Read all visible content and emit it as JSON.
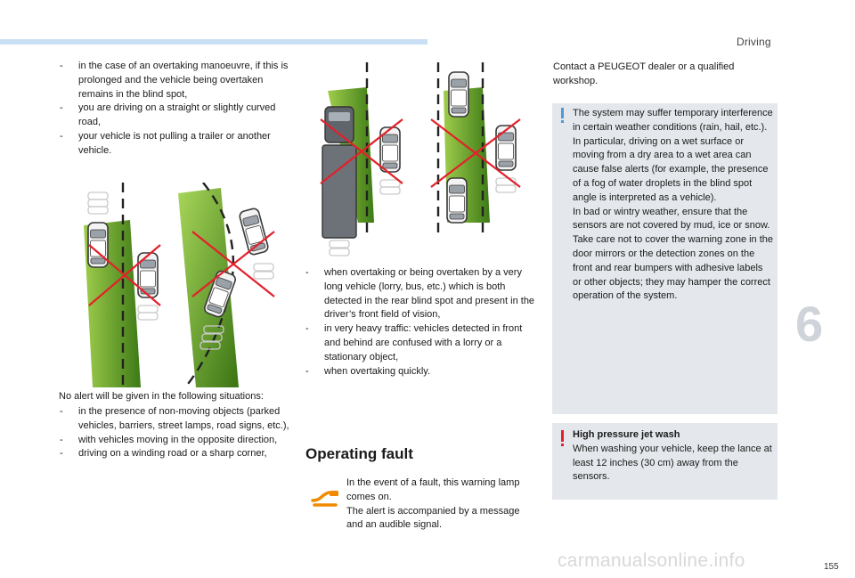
{
  "header": {
    "section": "Driving"
  },
  "chapter": "6",
  "page_number": "155",
  "watermark": "carmanualsonline.info",
  "list_situations_cont": [
    "in the case of an overtaking manoeuvre, if this is prolonged and the vehicle being overtaken remains in the blind spot,",
    "you are driving on a straight or slightly curved road,",
    "your vehicle is not pulling a trailer or another vehicle."
  ],
  "no_alert": {
    "intro": "No alert will be given in the following situations:",
    "items": [
      "in the presence of non-moving objects (parked vehicles, barriers, street lamps, road signs, etc.),",
      "with vehicles moving in the opposite direction,",
      "driving on a winding road or a sharp corner,"
    ]
  },
  "no_alert_cont": [
    "when overtaking or being overtaken by a very long vehicle (lorry, bus, etc.) which is both detected in the rear blind spot and present in the driver’s front field of vision,",
    "in very heavy traffic: vehicles detected in front and behind are confused with a lorry or a stationary object,",
    "when overtaking quickly."
  ],
  "fault": {
    "heading": "Operating fault",
    "text": "In the event of a fault, this warning lamp comes on.\nThe alert is accompanied by a message and an audible signal.",
    "lamp_icon": "blind-spot-warning-lamp-icon",
    "lamp_color": "#f08a00"
  },
  "contact": "Contact a PEUGEOT dealer or a qualified workshop.",
  "info_note": {
    "icon": "information-icon",
    "accent": "#4a9bd6",
    "text": "The system may suffer temporary interference in certain weather conditions (rain, hail, etc.).\nIn particular, driving on a wet surface or moving from a dry area to a wet area can cause false alerts (for example, the presence of a fog of water droplets in the blind spot angle is interpreted as a vehicle).\nIn bad or wintry weather, ensure that the sensors are not covered by mud, ice or snow.\nTake care not to cover the warning zone in the door mirrors or the detection zones on the front and rear bumpers with adhesive labels or other objects; they may hamper the correct operation of the system."
  },
  "alert_note": {
    "icon": "warning-icon",
    "accent": "#e3202b",
    "title": "High pressure jet wash",
    "text": "When washing your vehicle, keep the lance at least 12 inches (30 cm) away from the sensors."
  },
  "colors": {
    "zone_green": "#5d9a1f",
    "cross_red": "#e3202b",
    "lane_line": "#222222",
    "top_bar": "#c9dff3"
  }
}
